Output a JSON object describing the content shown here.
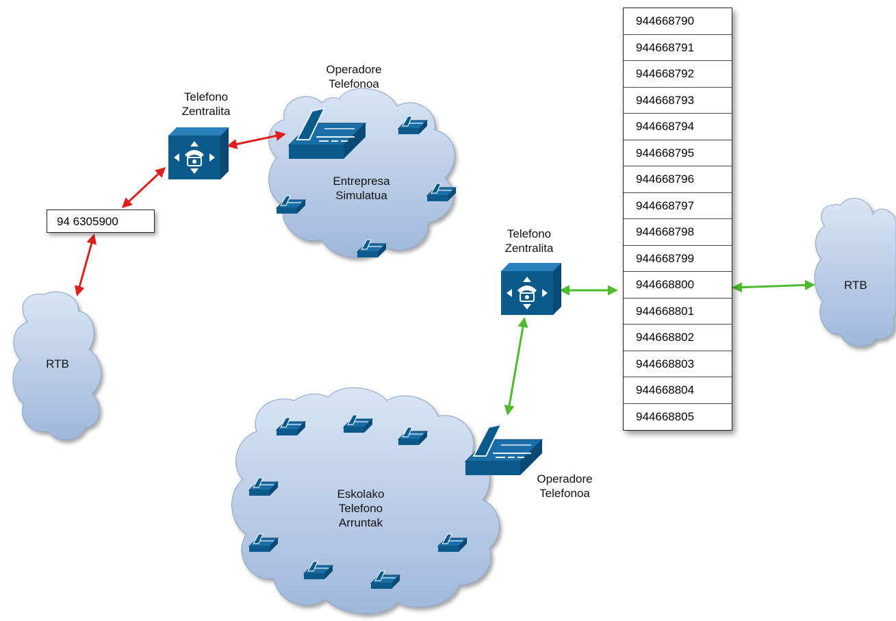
{
  "colors": {
    "cloud_fill": "#c3d5ec",
    "device_blue": "#0b5a8c",
    "red_link": "#e01e1e",
    "green_link": "#4cbb2c"
  },
  "left": {
    "rtb_label": "RTB",
    "number_box": "94 6305900",
    "pbx_label": [
      "Telefono",
      "Zentralita"
    ],
    "operator_label": [
      "Operadore",
      "Telefonoa"
    ],
    "company_cloud_label": [
      "Entrepresa",
      "Simulatua"
    ]
  },
  "right": {
    "pbx_label": [
      "Telefono",
      "Zentralita"
    ],
    "rtb_label": "RTB",
    "school_cloud_label": [
      "Eskolako",
      "Telefono",
      "Arruntak"
    ],
    "operator_label": [
      "Operadore",
      "Telefonoa"
    ],
    "numbers": [
      "944668790",
      "944668791",
      "944668792",
      "944668793",
      "944668794",
      "944668795",
      "944668796",
      "944668797",
      "944668798",
      "944668799",
      "944668800",
      "944668801",
      "944668802",
      "944668803",
      "944668804",
      "944668805"
    ]
  },
  "icons": [
    "cloud-icon",
    "pbx-switch-icon",
    "ip-phone-icon",
    "desk-phone-icon",
    "double-arrow-icon"
  ]
}
